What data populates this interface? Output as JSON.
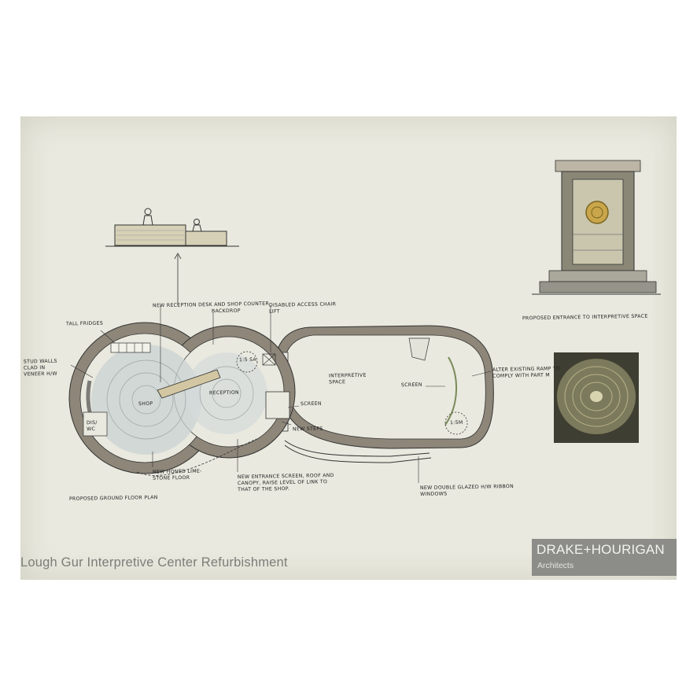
{
  "title": "Lough Gur Interpretive Center Refurbishment",
  "brand": {
    "name": "DRAKE+HOURIGAN",
    "subtitle": "Architects"
  },
  "colors": {
    "wall": "#8d8679",
    "paper": "#e9e9df",
    "ink": "#222222",
    "floor": "#c9d2d2"
  },
  "labels": {
    "new_reception": "New reception desk and shop counter",
    "backdrop": "Backdrop",
    "disabled_access": "Disabled access chair lift",
    "tall_fridges": "Tall fridges",
    "stud_walls": "Stud walls clad in veneer h/w",
    "shop": "Shop",
    "reception": "Reception",
    "dis_wc": "Dis/ WC",
    "interpretive_space": "Interpretive space",
    "screen_1": "Screen",
    "screen_2": "Screen",
    "new_steps": "New steps",
    "alter_ramp": "Alter existing ramp to comply with Part M",
    "new_limestone": "New honed lime-stone floor",
    "new_entrance": "New entrance screen, roof and canopy, raise level of link to that of the shop.",
    "new_windows": "New double glazed h/w ribbon windows",
    "ground_floor_plan": "Proposed ground floor plan",
    "proposed_entrance": "Proposed entrance to interpretive space",
    "lift_tag": "1:5 SA",
    "ramp_tag": "1:5M"
  }
}
